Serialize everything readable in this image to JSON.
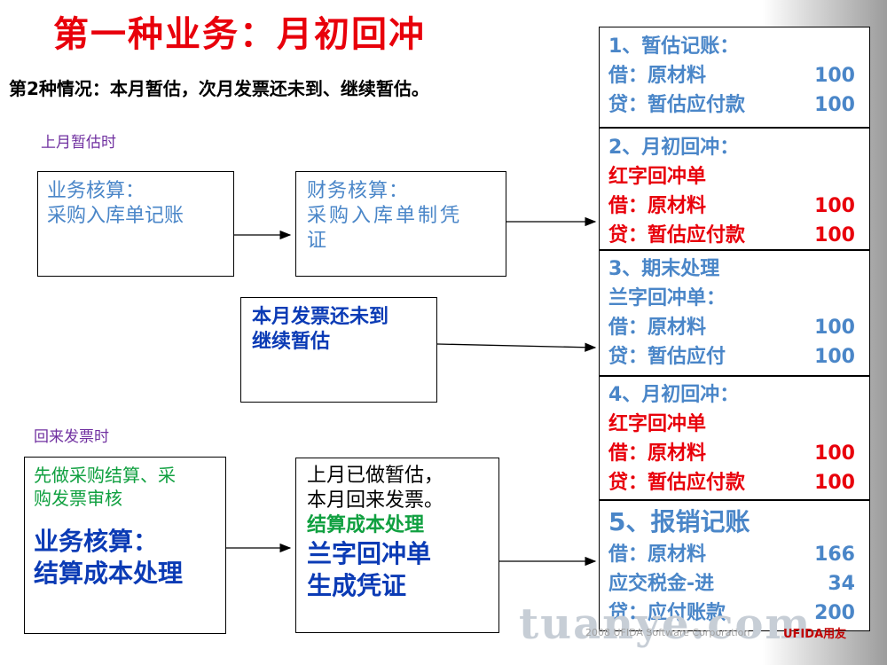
{
  "slide": {
    "title": "第一种业务：月初回冲",
    "subtitle": "第2种情况：本月暂估，次月发票还未到、继续暂估。",
    "label_last_month": "上月暂估时",
    "label_invoice_back": "回来发票时",
    "box_business": {
      "line1": "业务核算：",
      "line2": "采购入库单记账"
    },
    "box_finance": {
      "line1": "财务核算：",
      "line2": "采购入库单制凭",
      "line3": "证"
    },
    "box_invoice_pending": {
      "line1": "本月发票还未到",
      "line2": "继续暂估"
    },
    "box_settle": {
      "line1": "先做采购结算、采",
      "line2": "购发票审核",
      "line3": "业务核算：",
      "line4": "结算成本处理"
    },
    "box_voucher": {
      "line1": "上月已做暂估，",
      "line2": "本月回来发票。",
      "line3": "结算成本处理",
      "line4": "兰字回冲单",
      "line5": "生成凭证"
    }
  },
  "entries": [
    {
      "heading": "1、暂估记账：",
      "rows": [
        {
          "label": "借：原材料",
          "amount": "100"
        },
        {
          "label": " 贷：暂估应付款",
          "amount": "100"
        }
      ]
    },
    {
      "heading": "2、月初回冲：",
      "note": "红字回冲单",
      "rows": [
        {
          "label": "借：原材料",
          "amount": "100"
        },
        {
          "label": " 贷：暂估应付款",
          "amount": "100"
        }
      ]
    },
    {
      "heading": "3、期末处理",
      "note": " 兰字回冲单：",
      "rows": [
        {
          "label": "借：原材料",
          "amount": "100"
        },
        {
          "label": " 贷：暂估应付",
          "amount": "100"
        }
      ]
    },
    {
      "heading": "4、月初回冲：",
      "note": "红字回冲单",
      "rows": [
        {
          "label": "借：原材料",
          "amount": "100"
        },
        {
          "label": " 贷：暂估应付款",
          "amount": "100"
        }
      ]
    },
    {
      "heading": "5、报销记账",
      "rows": [
        {
          "label": "借：原材料",
          "amount": "166"
        },
        {
          "label": "   应交税金-进",
          "amount": "34"
        },
        {
          "label": "贷：应付账款",
          "amount": "200"
        }
      ]
    }
  ],
  "footer": {
    "watermark": "tuanye.com",
    "copyright": "2008 UFIDA Software Corporation",
    "logo": "UFIDA用友"
  },
  "colors": {
    "title_red": "#e8000b",
    "text_blue": "#4a86c8",
    "dark_blue": "#0b3bb5",
    "green": "#10a040",
    "purple": "#7030a0"
  }
}
